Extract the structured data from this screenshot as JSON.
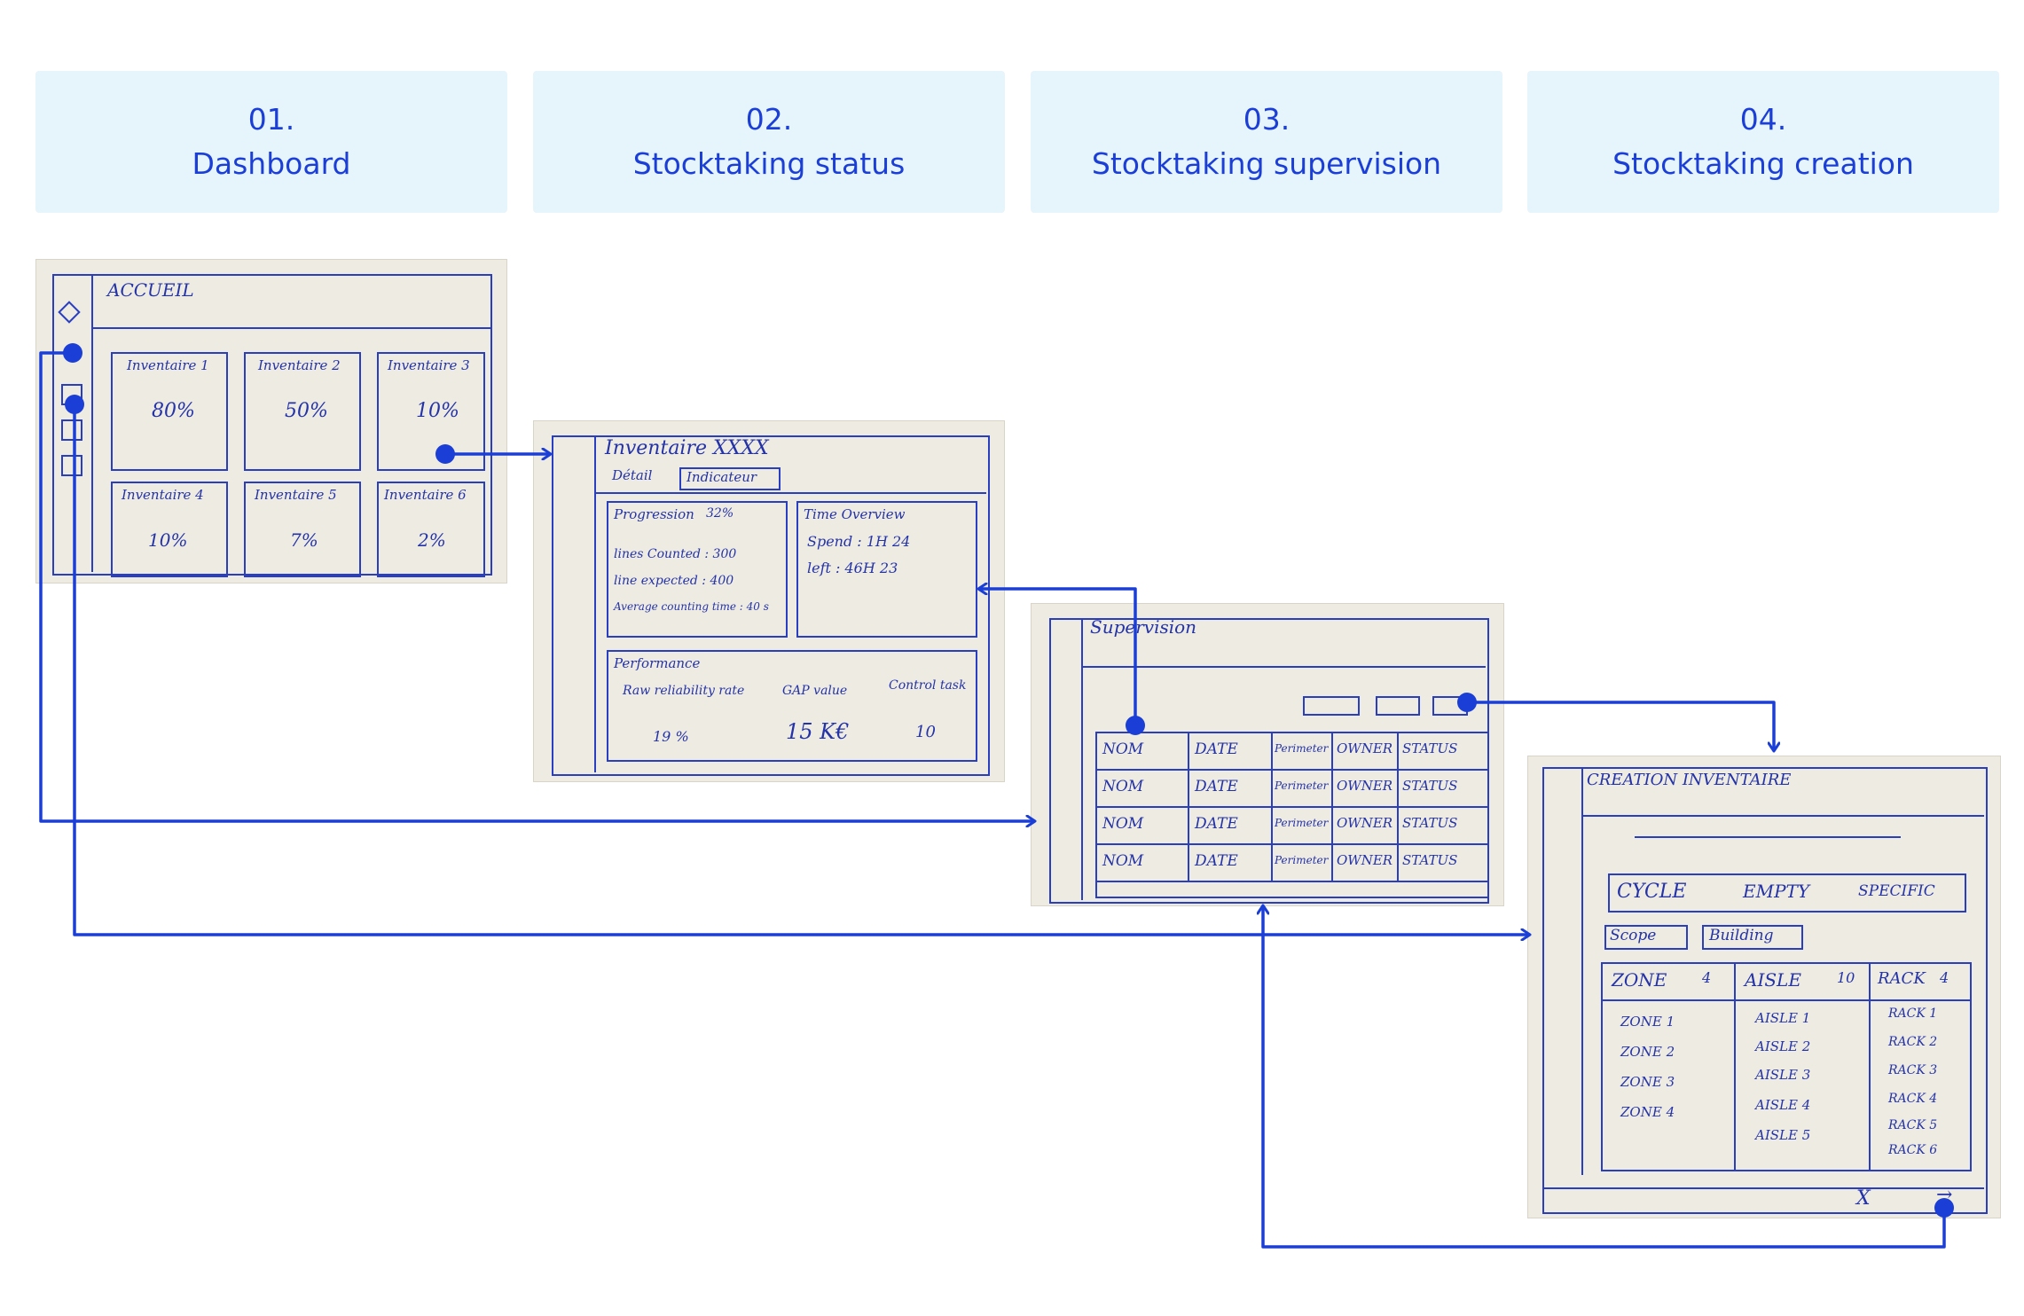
{
  "steps": [
    {
      "number": "01.",
      "title": "Dashboard"
    },
    {
      "number": "02.",
      "title": "Stocktaking status"
    },
    {
      "number": "03.",
      "title": "Stocktaking supervision"
    },
    {
      "number": "04.",
      "title": "Stocktaking creation"
    }
  ],
  "dashboard": {
    "title": "ACCUEIL",
    "cards": [
      {
        "label": "Inventaire 1",
        "value": "80%"
      },
      {
        "label": "Inventaire 2",
        "value": "50%"
      },
      {
        "label": "Inventaire 3",
        "value": "10%"
      },
      {
        "label": "Inventaire 4",
        "value": "10%"
      },
      {
        "label": "Inventaire 5",
        "value": "7%"
      },
      {
        "label": "Inventaire 6",
        "value": "2%"
      }
    ]
  },
  "status": {
    "title": "Inventaire XXXX",
    "tab_detail": "Détail",
    "tab_indicator": "Indicateur",
    "progression_label": "Progression",
    "progression_value": "32%",
    "lines_counted": "lines Counted : 300",
    "lines_expected": "line expected : 400",
    "avg_time": "Average counting time : 40 s",
    "time_overview": "Time Overview",
    "spend": "Spend : 1H 24",
    "left": "left : 46H 23",
    "performance": "Performance",
    "reliability": "Raw reliability rate",
    "reliability_value": "19 %",
    "gap": "GAP value",
    "gap_value": "15 K€",
    "control": "Control task",
    "control_value": "10"
  },
  "supervision": {
    "title": "Supervision",
    "columns": [
      "NOM",
      "DATE",
      "Perimeter",
      "OWNER",
      "STATUS"
    ],
    "rows": [
      [
        "NOM",
        "DATE",
        "Perimeter",
        "OWNER",
        "STATUS"
      ],
      [
        "NOM",
        "DATE",
        "Perimeter",
        "OWNER",
        "STATUS"
      ],
      [
        "NOM",
        "DATE",
        "Perimeter",
        "OWNER",
        "STATUS"
      ]
    ]
  },
  "creation": {
    "title": "CREATION INVENTAIRE",
    "type_cycle": "CYCLE",
    "type_empty": "EMPTY",
    "type_specific": "SPECIFIC",
    "scope": "Scope",
    "building": "Building",
    "zone_header": "ZONE",
    "zone_count": "4",
    "aisle_header": "AISLE",
    "aisle_count": "10",
    "rack_header": "RACK",
    "rack_count": "4",
    "zones": [
      "ZONE 1",
      "ZONE 2",
      "ZONE 3",
      "ZONE 4"
    ],
    "aisles": [
      "AISLE 1",
      "AISLE 2",
      "AISLE 3",
      "AISLE 4",
      "AISLE 5"
    ],
    "racks": [
      "RACK 1",
      "RACK 2",
      "RACK 3",
      "RACK 4",
      "RACK 5",
      "RACK 6"
    ],
    "cancel": "X",
    "next": "→"
  },
  "colors": {
    "accent": "#1b3fd6",
    "header_bg": "#e6f4fc",
    "paper": "#eeebe2"
  }
}
